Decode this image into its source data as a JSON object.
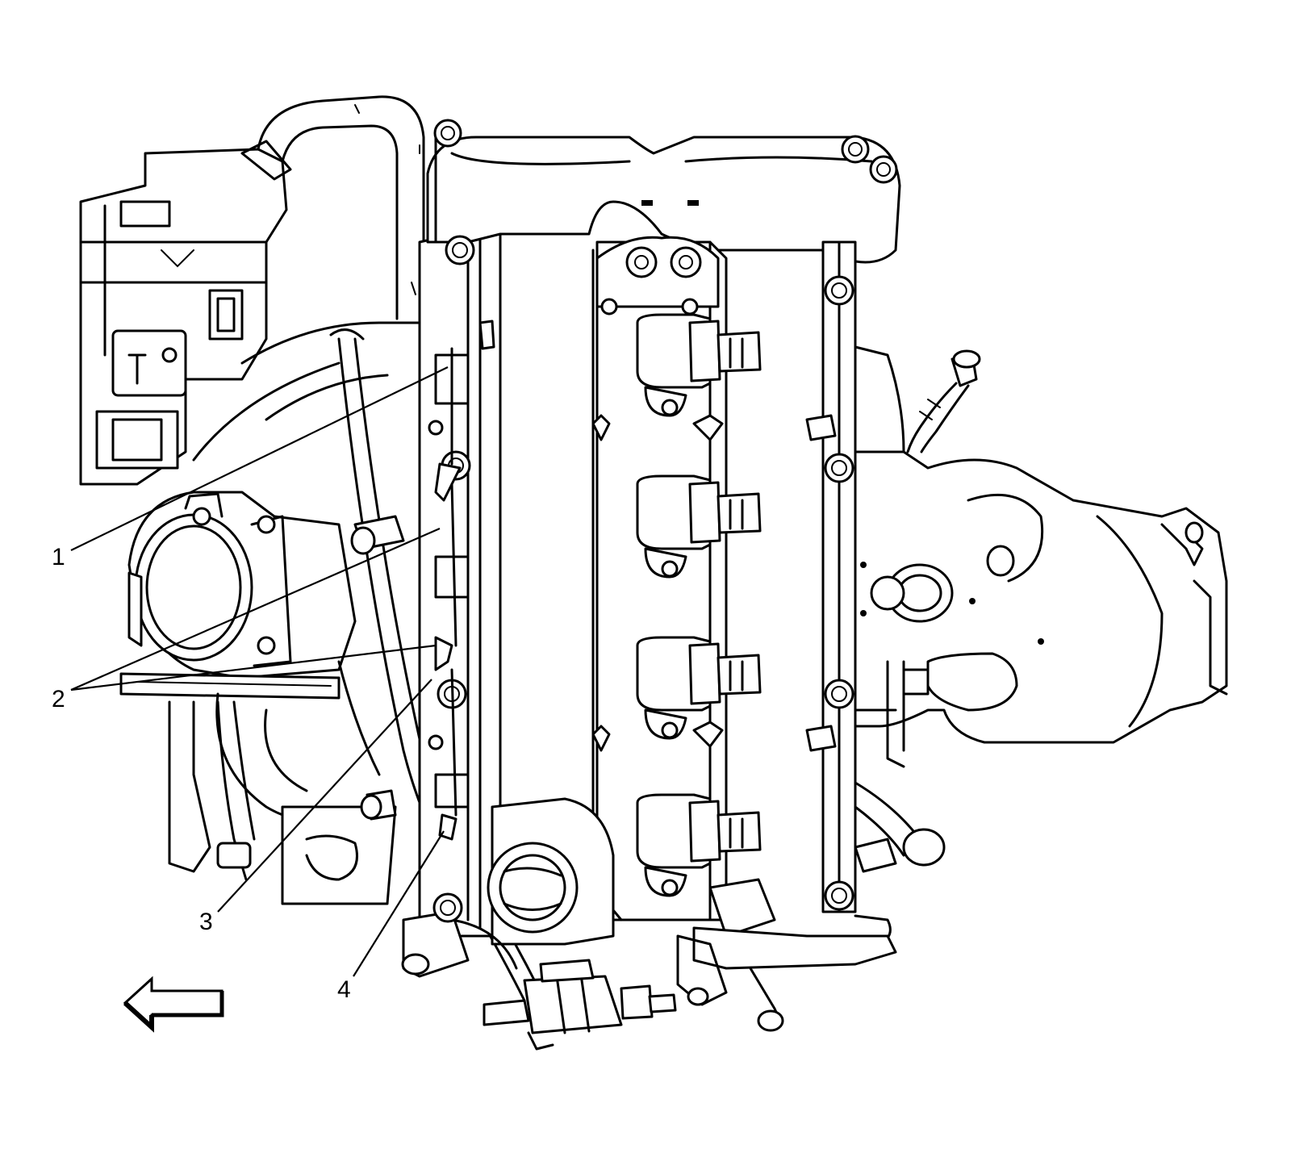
{
  "callouts": [
    {
      "id": "1",
      "label": "1"
    },
    {
      "id": "2",
      "label": "2"
    },
    {
      "id": "3",
      "label": "3"
    },
    {
      "id": "4",
      "label": "4"
    }
  ],
  "icons": {
    "direction_arrow": "left-arrow-icon"
  }
}
